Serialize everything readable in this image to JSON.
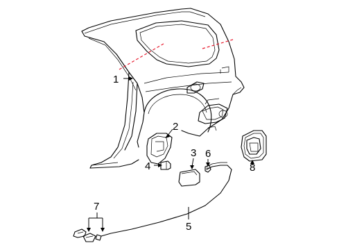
{
  "callouts": {
    "c1": "1",
    "c2": "2",
    "c3": "3",
    "c4": "4",
    "c5": "5",
    "c6": "6",
    "c7": "7",
    "c8": "8"
  },
  "colors": {
    "line": "#000000",
    "cut_line": "#e8182c",
    "background": "#ffffff"
  }
}
